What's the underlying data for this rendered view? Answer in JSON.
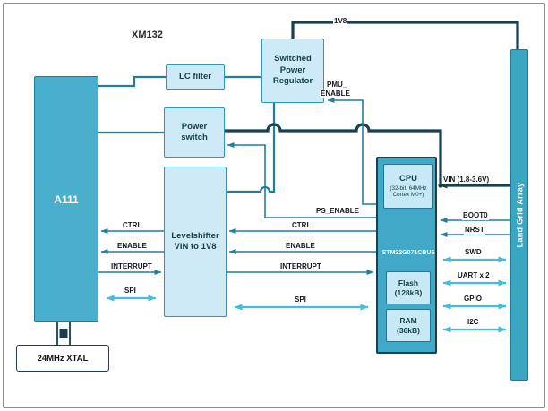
{
  "diagram": {
    "module_label": "XM132",
    "blocks": {
      "a111": "A111",
      "lc_filter": "LC filter",
      "power_switch": "Power switch",
      "regulator": "Switched Power Regulator",
      "levelshifter": "Levelshifter VIN to 1V8",
      "lga": "Land Grid Array",
      "xtal": "24MHz XTAL",
      "cpu": {
        "name": "CPU",
        "detail": "(32-bit, 64MHz Cortex M0+)",
        "part_number": "STM32G071CBU6",
        "flash": "Flash (128kB)",
        "ram": "RAM (36kB)"
      }
    },
    "signals": {
      "v18": "1V8",
      "pmu_line1": "PMU_",
      "pmu_line2": "ENABLE",
      "ps_enable": "PS_ENABLE",
      "vin": "VIN (1.8-3.6V)",
      "ctrl": "CTRL",
      "enable": "ENABLE",
      "interrupt": "INTERRUPT",
      "spi": "SPI",
      "boot0": "BOOT0",
      "nrst": "NRST",
      "swd": "SWD",
      "uart": "UART x 2",
      "gpio": "GPIO",
      "i2c": "I2C"
    },
    "colors": {
      "solid_block": "#4aaecd",
      "light_block": "#cdeaf6",
      "cpu_block": "#41a9c7",
      "teal_border": "#1d7a96",
      "wire_teal": "#1f7f9c",
      "wire_dark": "#17414d",
      "arrow_light": "#45bdda"
    }
  }
}
